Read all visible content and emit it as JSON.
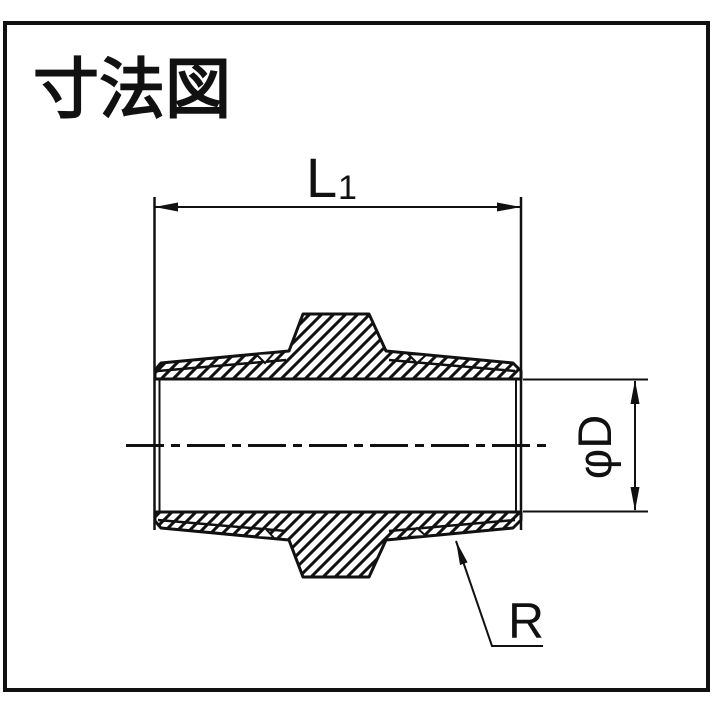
{
  "page": {
    "background": "#ffffff",
    "line_color": "#111111"
  },
  "title": {
    "text": "寸法図"
  },
  "drawing": {
    "type": "technical-dimension-drawing",
    "subject": "threaded pipe nipple cross-section",
    "dimensions": {
      "length": {
        "label": "L",
        "subscript": "1"
      },
      "diameter": {
        "label": "φD"
      },
      "thread": {
        "label": "R"
      }
    }
  }
}
